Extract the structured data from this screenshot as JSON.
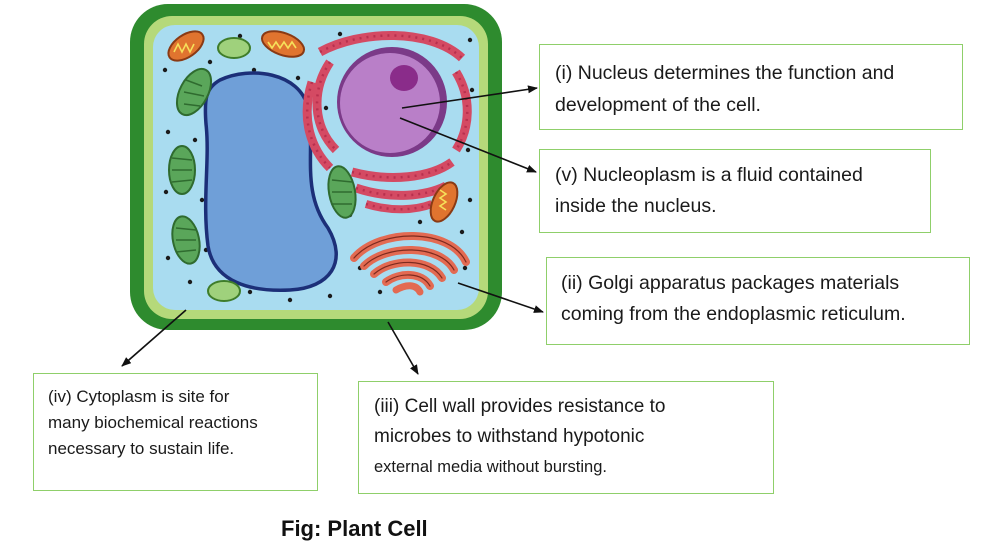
{
  "labels": {
    "nucleus": {
      "line1": "(i) Nucleus determines the function and",
      "line2": "development of the cell."
    },
    "nucleoplasm": {
      "line1": "(v) Nucleoplasm is a fluid contained",
      "line2": "inside the nucleus."
    },
    "golgi": {
      "line1": "(ii) Golgi apparatus packages materials",
      "line2": "coming from the endoplasmic reticulum."
    },
    "cytoplasm": {
      "line1": "(iv) Cytoplasm is site for",
      "line2": "many biochemical reactions",
      "line3": "necessary to sustain life."
    },
    "cell_wall": {
      "line1": "(iii) Cell wall provides resistance to",
      "line2": "microbes to withstand hypotonic",
      "line3": "external media without bursting."
    }
  },
  "caption": "Fig: Plant Cell",
  "colors": {
    "cell_wall": "#2e8b2e",
    "membrane": "#b5d97a",
    "cytoplasm": "#a9dcf0",
    "vacuole": "#6f9fd8",
    "nucleus": "#b97fc8",
    "nucleolus": "#8a2c8a",
    "er": "#d44a63",
    "chloroplast": "#5aa65a",
    "mitochondria": "#e0742f",
    "golgi": "#e36a52",
    "callout_border": "#8fcf6a"
  }
}
